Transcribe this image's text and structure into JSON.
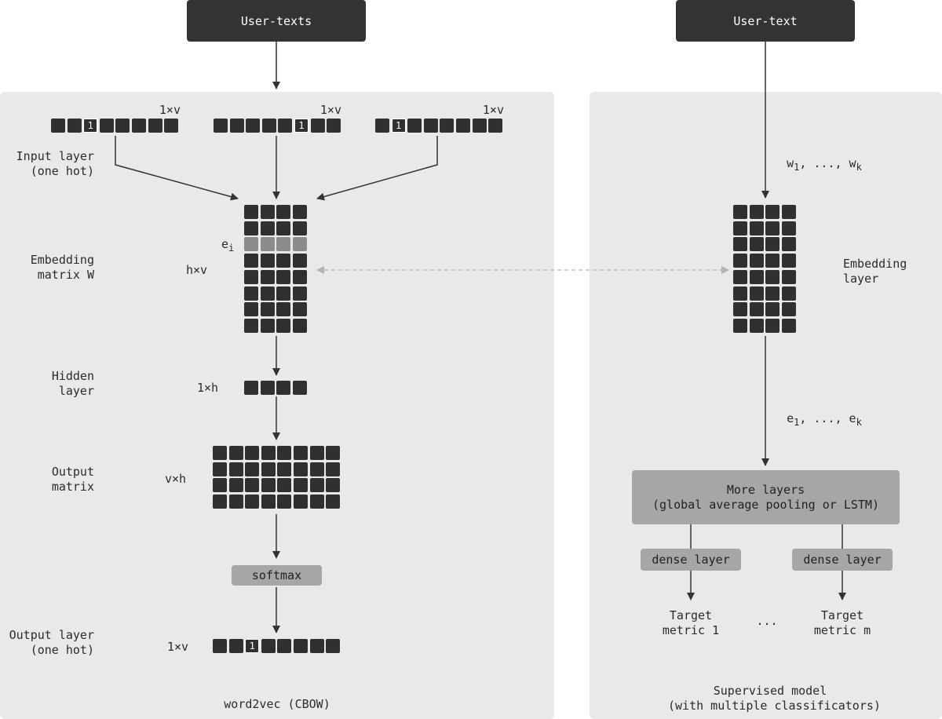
{
  "left_top_box": "User-texts",
  "right_top_box": "User-text",
  "left_panel": {
    "input_dims": [
      "1×v",
      "1×v",
      "1×v"
    ],
    "input_layer_label": "Input layer\n(one hot)",
    "one_hot_digit": "1",
    "ei_label": "e",
    "ei_sub": "i",
    "embedding_label": "Embedding\nmatrix W",
    "embedding_dims": "h×v",
    "hidden_label": "Hidden\nlayer",
    "hidden_dims": "1×h",
    "output_matrix_label": "Output\nmatrix",
    "output_matrix_dims": "v×h",
    "softmax": "softmax",
    "output_layer_label": "Output layer\n(one hot)",
    "output_layer_dims": "1×v",
    "caption": "word2vec (CBOW)"
  },
  "right_panel": {
    "w_label": {
      "a": "w",
      "a_sub": "1",
      "mid": ", ..., ",
      "b": "w",
      "b_sub": "k"
    },
    "embedding_label": "Embedding\nlayer",
    "e_label": {
      "a": "e",
      "a_sub": "1",
      "mid": ", ..., ",
      "b": "e",
      "b_sub": "k"
    },
    "more_layers": "More layers\n(global average pooling or LSTM)",
    "dense_left": "dense layer",
    "dense_right": "dense layer",
    "target_left": "Target\nmetric 1",
    "dots": "...",
    "target_right": "Target\nmetric m",
    "caption": "Supervised model\n(with multiple classificators)"
  },
  "colors": {
    "panel": "#e8e9eb",
    "dark": "#333333",
    "cell": "#303030",
    "highlight": "#8c8c8c",
    "gray_box": "#a6a6a6"
  }
}
